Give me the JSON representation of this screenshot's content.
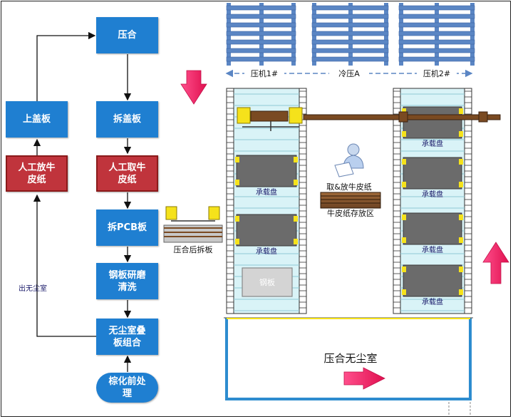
{
  "flow_nodes": {
    "press": "压合",
    "remove_cover": "拆盖板",
    "manual_take_paper": "人工取牛\n皮纸",
    "remove_pcb": "拆PCB板",
    "steel_plate_clean": "钢板研磨\n清洗",
    "cleanroom_stack": "无尘室叠\n板组合",
    "pre_treatment": "棕化前处\n理",
    "manual_put_paper": "人工放牛\n皮纸",
    "put_cover": "上盖板"
  },
  "flow_label_exit_cleanroom": "出无尘室",
  "machine_labels": {
    "press1": "压机1#",
    "cold_press": "冷压A",
    "press2": "压机2#"
  },
  "carrier_label": "承载盘",
  "steel_plate_label": "钢板",
  "after_press_label": "压合后拆板",
  "take_put_paper_label": "取&放牛皮纸",
  "paper_storage_label": "牛皮纸存放区",
  "cleanroom_label": "压合无尘室",
  "colors": {
    "node_blue": "#1f7fd1",
    "node_red": "#c0343c",
    "rack_blue": "#5b86c4",
    "conveyor_fill": "#d9f3f7",
    "tray_gray": "#6b6b6b",
    "tray_yellow": "#f5e21b",
    "arrow_pink": "#e8175d",
    "cleanroom_border": "#2d8ccf"
  }
}
